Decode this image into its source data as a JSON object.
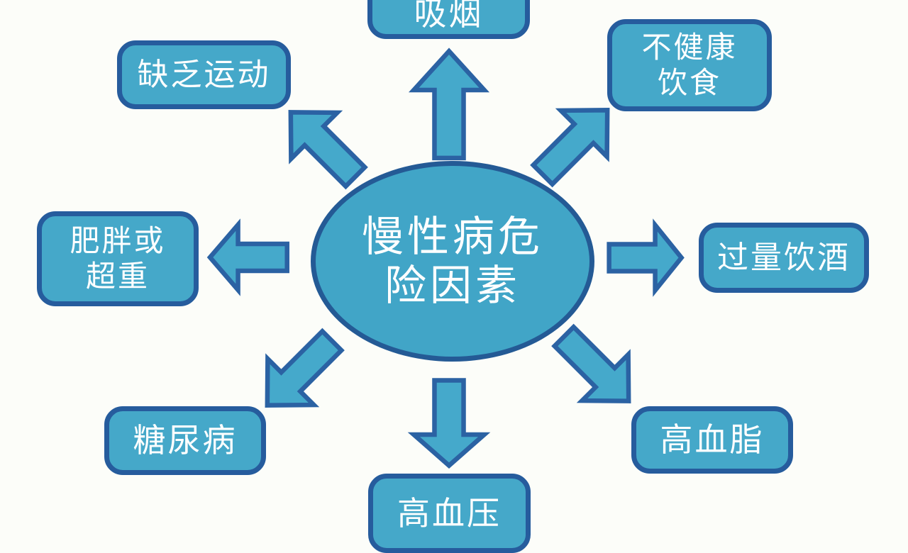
{
  "colors": {
    "shape_fill": "#45a8c9",
    "shape_border": "#265c9d",
    "label_text": "#ffffff",
    "background": "#fcfdf9"
  },
  "center": {
    "label": "慢性病危\n险因素"
  },
  "nodes": [
    {
      "id": "smoking",
      "position": "top",
      "label": "吸烟"
    },
    {
      "id": "unhealthy-diet",
      "position": "top-right",
      "label": "不健康\n饮食"
    },
    {
      "id": "excessive-drinking",
      "position": "right",
      "label": "过量饮酒"
    },
    {
      "id": "high-blood-lipids",
      "position": "bottom-right",
      "label": "高血脂"
    },
    {
      "id": "hypertension",
      "position": "bottom",
      "label": "高血压"
    },
    {
      "id": "diabetes",
      "position": "bottom-left",
      "label": "糖尿病"
    },
    {
      "id": "obesity-overweight",
      "position": "left",
      "label": "肥胖或\n超重"
    },
    {
      "id": "lack-of-exercise",
      "position": "top-left",
      "label": "缺乏运动"
    }
  ]
}
